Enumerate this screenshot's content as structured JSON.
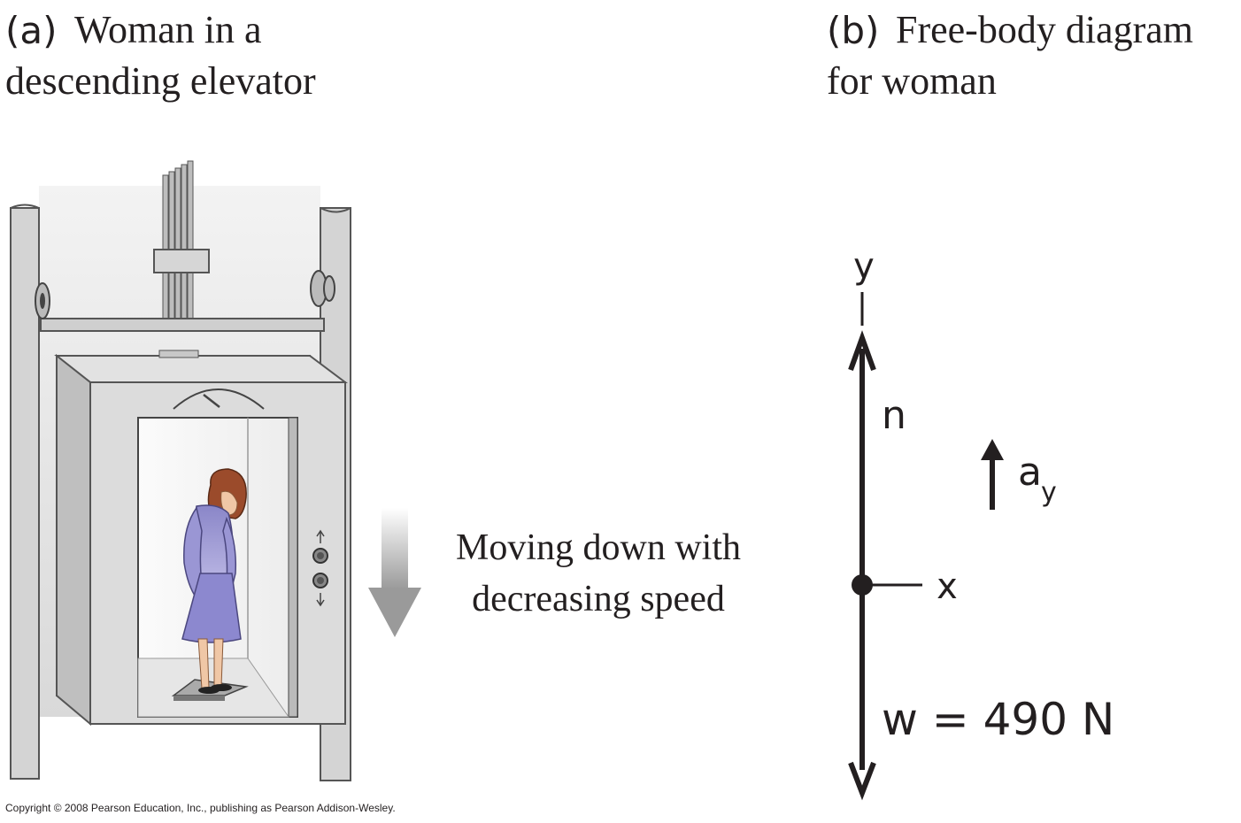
{
  "panel_a": {
    "part": "(a)",
    "title_line1": "Woman in a",
    "title_line2": "descending elevator",
    "motion_line1": "Moving down with",
    "motion_line2": "decreasing speed"
  },
  "panel_b": {
    "part": "(b)",
    "title_line1": "Free-body diagram",
    "title_line2": "for woman",
    "axis_y": "y",
    "axis_x": "x",
    "force_normal": "n",
    "accel_symbol": "a",
    "accel_subscript": "y",
    "weight_label": "w = 490 N"
  },
  "copyright": "Copyright © 2008 Pearson Education, Inc., publishing as Pearson Addison-Wesley."
}
